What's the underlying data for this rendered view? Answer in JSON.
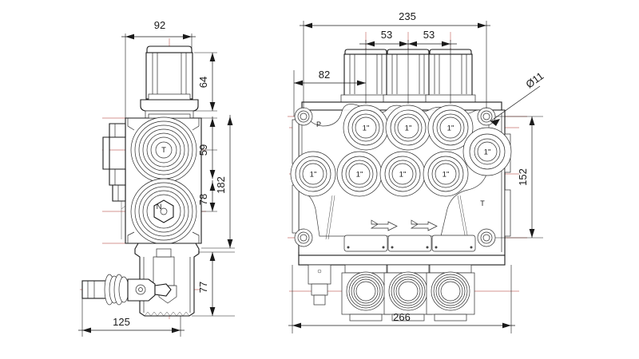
{
  "drawing": {
    "type": "engineering-dimension-drawing",
    "subject": "3-spool hydraulic directional control valve",
    "background_color": "#ffffff",
    "line_color": "#1a1a1a",
    "centerline_color": "#c9736e",
    "views": [
      {
        "id": "side-view",
        "name": "Side view (left)"
      },
      {
        "id": "front-view",
        "name": "Front / top view (right)"
      }
    ]
  },
  "side_view": {
    "dimensions": {
      "width_top": "92",
      "lever_height": "64",
      "upper_port_center": "59",
      "lower_port_center": "78",
      "total_body_height": "182",
      "lower_section_height": "77",
      "bottom_width": "125"
    },
    "labels": {
      "upper_port": "T",
      "lower_port": "N"
    }
  },
  "front_view": {
    "dimensions": {
      "overall_width": "235",
      "spool_pitch_1": "53",
      "spool_pitch_2": "53",
      "first_spool_offset": "82",
      "mounting_hole": "Ø11",
      "mounting_hole_spacing": "152",
      "overall_bottom_width": "266"
    },
    "labels": {
      "pressure_port": "P",
      "tank_port": "T",
      "thread_size": "1\"",
      "flow_arrow": "flow-direction-arrow"
    },
    "port_grid": {
      "top_row": [
        "1\"",
        "1\"",
        "1\""
      ],
      "bottom_row": [
        "1\"",
        "1\"",
        "1\"",
        "1\""
      ],
      "right_side": [
        "1\""
      ]
    },
    "spool_count": 3,
    "mounting_hole_count": 2
  }
}
